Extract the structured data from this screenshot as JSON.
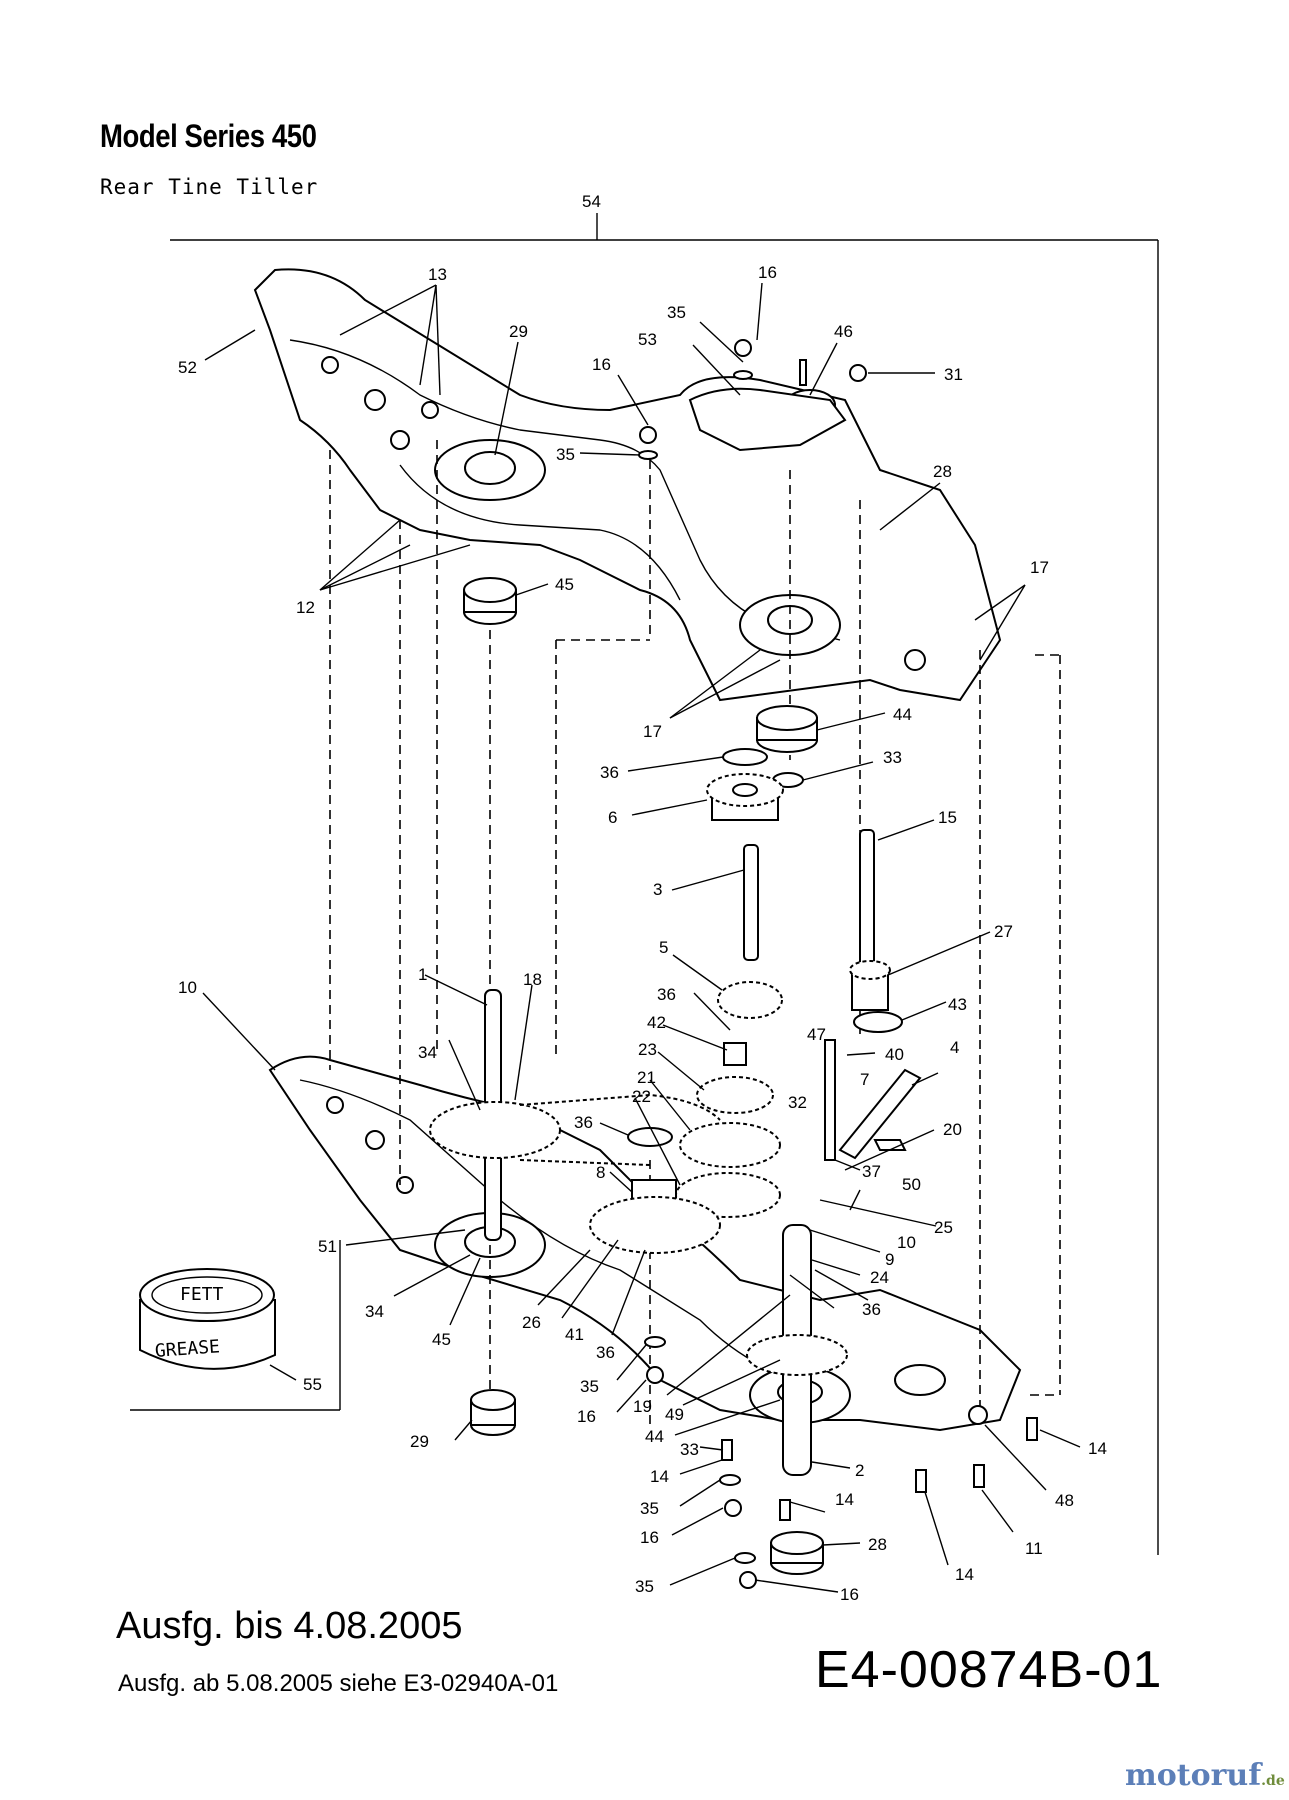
{
  "header": {
    "title": "Model Series 450",
    "subtitle": "Rear Tine Tiller"
  },
  "footer": {
    "edition_until": "Ausfg. bis  4.08.2005",
    "edition_from": "Ausfg. ab  5.08.2005  siehe E3-02940A-01",
    "drawing_number": "E4-00874B-01"
  },
  "grease_can": {
    "line1": "FETT",
    "line2": "GREASE"
  },
  "watermark": {
    "brand": "motoruf",
    "tld": ".de"
  },
  "callouts": [
    "54",
    "13",
    "29",
    "16",
    "35",
    "53",
    "46",
    "31",
    "52",
    "16",
    "35",
    "28",
    "12",
    "45",
    "17",
    "17",
    "44",
    "36",
    "33",
    "6",
    "15",
    "3",
    "27",
    "5",
    "10",
    "1",
    "18",
    "36",
    "43",
    "42",
    "47",
    "40",
    "4",
    "23",
    "7",
    "21",
    "34",
    "22",
    "32",
    "20",
    "36",
    "8",
    "37",
    "50",
    "25",
    "10",
    "9",
    "24",
    "51",
    "34",
    "45",
    "26",
    "41",
    "36",
    "36",
    "35",
    "16",
    "19",
    "49",
    "44",
    "33",
    "14",
    "2",
    "14",
    "48",
    "35",
    "16",
    "14",
    "28",
    "29",
    "14",
    "11",
    "35",
    "16",
    "55"
  ]
}
